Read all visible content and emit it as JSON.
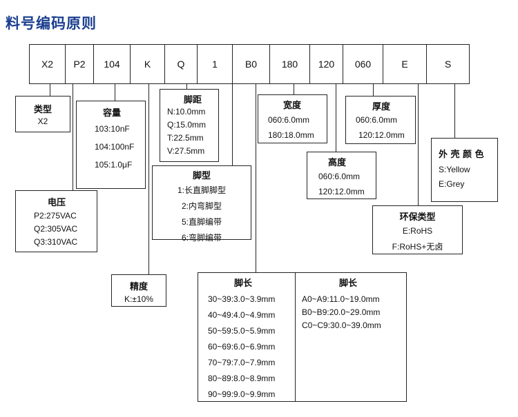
{
  "title": "料号编码原则",
  "code_cells": [
    "X2",
    "P2",
    "104",
    "K",
    "Q",
    "1",
    "B0",
    "180",
    "120",
    "060",
    "E",
    "S"
  ],
  "boxes": {
    "type": {
      "title": "类型",
      "lines": [
        "X2"
      ]
    },
    "voltage": {
      "title": "电压",
      "lines": [
        "P2:275VAC",
        "Q2:305VAC",
        "Q3:310VAC"
      ]
    },
    "capacity": {
      "title": "容量",
      "lines": [
        "103:10nF",
        "104:100nF",
        "105:1.0μF"
      ]
    },
    "tolerance": {
      "title": "精度",
      "lines": [
        "K:±10%"
      ]
    },
    "pitch": {
      "title": "脚距",
      "lines": [
        "N:10.0mm",
        "Q:15.0mm",
        "T:22.5mm",
        "V:27.5mm"
      ]
    },
    "lead_type": {
      "title": "脚型",
      "lines": [
        "1:长直脚脚型",
        "2:内弯脚型",
        "5:直脚编带",
        "6:弯脚编带"
      ]
    },
    "lead_len_1": {
      "title": "脚长",
      "lines": [
        "30~39:3.0~3.9mm",
        "40~49:4.0~4.9mm",
        "50~59:5.0~5.9mm",
        "60~69:6.0~6.9mm",
        "70~79:7.0~7.9mm",
        "80~89:8.0~8.9mm",
        "90~99:9.0~9.9mm"
      ]
    },
    "lead_len_2": {
      "title": "脚长",
      "lines": [
        "A0~A9:11.0~19.0mm",
        "B0~B9:20.0~29.0mm",
        "C0~C9:30.0~39.0mm"
      ]
    },
    "width": {
      "title": "宽度",
      "lines": [
        "060:6.0mm",
        "180:18.0mm"
      ]
    },
    "height": {
      "title": "高度",
      "lines": [
        "060:6.0mm",
        "120:12.0mm"
      ]
    },
    "thickness": {
      "title": "厚度",
      "lines": [
        "060:6.0mm",
        "120:12.0mm"
      ]
    },
    "env": {
      "title": "环保类型",
      "lines": [
        "E:RoHS",
        "F:RoHS+无卤"
      ]
    },
    "color": {
      "title": "外 壳 颜 色",
      "lines": [
        "S:Yellow",
        "E:Grey"
      ]
    }
  }
}
